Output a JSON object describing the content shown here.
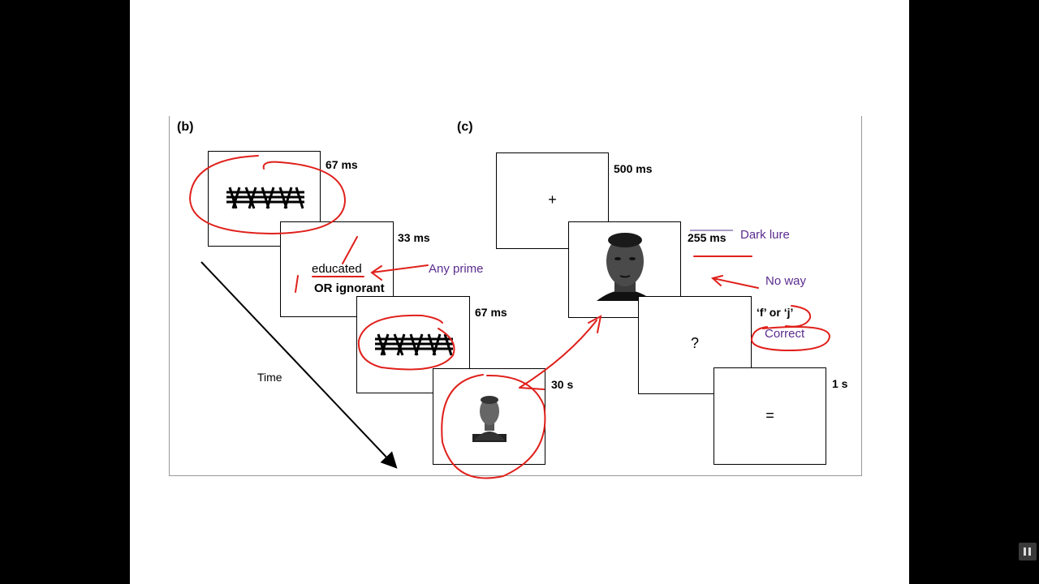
{
  "panels": {
    "b": {
      "label": "(b)",
      "steps": [
        {
          "duration": "67 ms"
        },
        {
          "duration": "33 ms",
          "word1": "educated",
          "word2": "OR ignorant"
        },
        {
          "duration": "67 ms"
        },
        {
          "duration": "30 s"
        }
      ],
      "time_label": "Time"
    },
    "c": {
      "label": "(c)",
      "steps": [
        {
          "duration": "500 ms",
          "symbol": "+"
        },
        {
          "duration": "255 ms"
        },
        {
          "duration": "‘f’ or ‘j’",
          "symbol": "?"
        },
        {
          "duration": "1 s",
          "symbol": "="
        }
      ]
    }
  },
  "annotations": {
    "any_prime": "Any prime",
    "dark_lure": "Dark lure",
    "no_way": "No way",
    "correct": "Correct",
    "ink_color": "#e0201b",
    "note_color": "#5b2c8f"
  },
  "player": {
    "icon": "pause-icon"
  }
}
